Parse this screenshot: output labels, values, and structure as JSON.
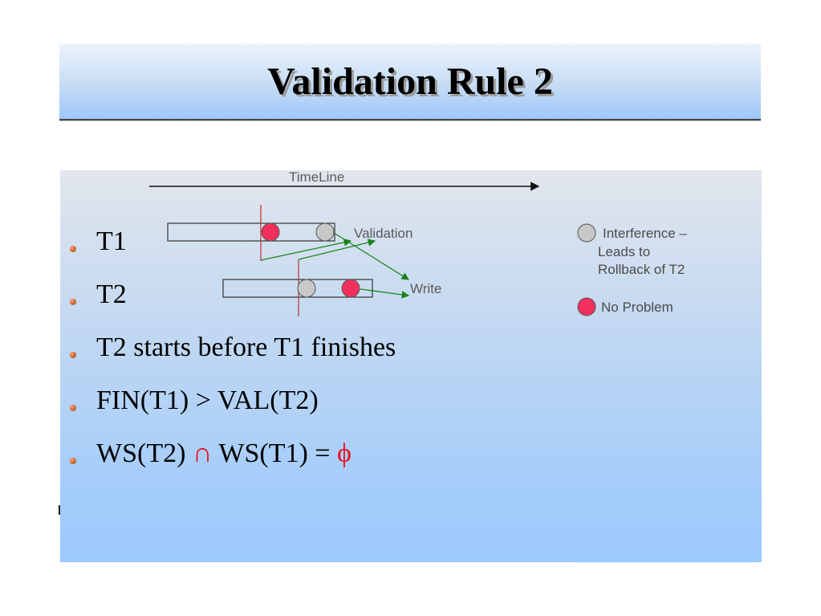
{
  "slide": {
    "title": "Validation Rule 2"
  },
  "diagram": {
    "timeline_label": "TimeLine",
    "validation_label": "Validation",
    "write_label": "Write"
  },
  "bullets": [
    {
      "text": "T1"
    },
    {
      "text": "T2"
    },
    {
      "text": "T2 starts before T1 finishes"
    },
    {
      "text": "FIN(T1) > VAL(T2)"
    },
    {
      "text_a": "WS(T2) ",
      "symbol_cap": "∩",
      "text_b": " WS(T1) = ",
      "symbol_phi": "ϕ"
    }
  ],
  "legend": {
    "interference_line1": "Interference –",
    "interference_line2": "Leads to",
    "interference_line3": "Rollback of T2",
    "no_problem": "No Problem"
  },
  "colors": {
    "interference": "#c8c8c8",
    "no_problem": "#f2305e",
    "arrow": "#17831a",
    "marker_line": "#c0312f"
  }
}
